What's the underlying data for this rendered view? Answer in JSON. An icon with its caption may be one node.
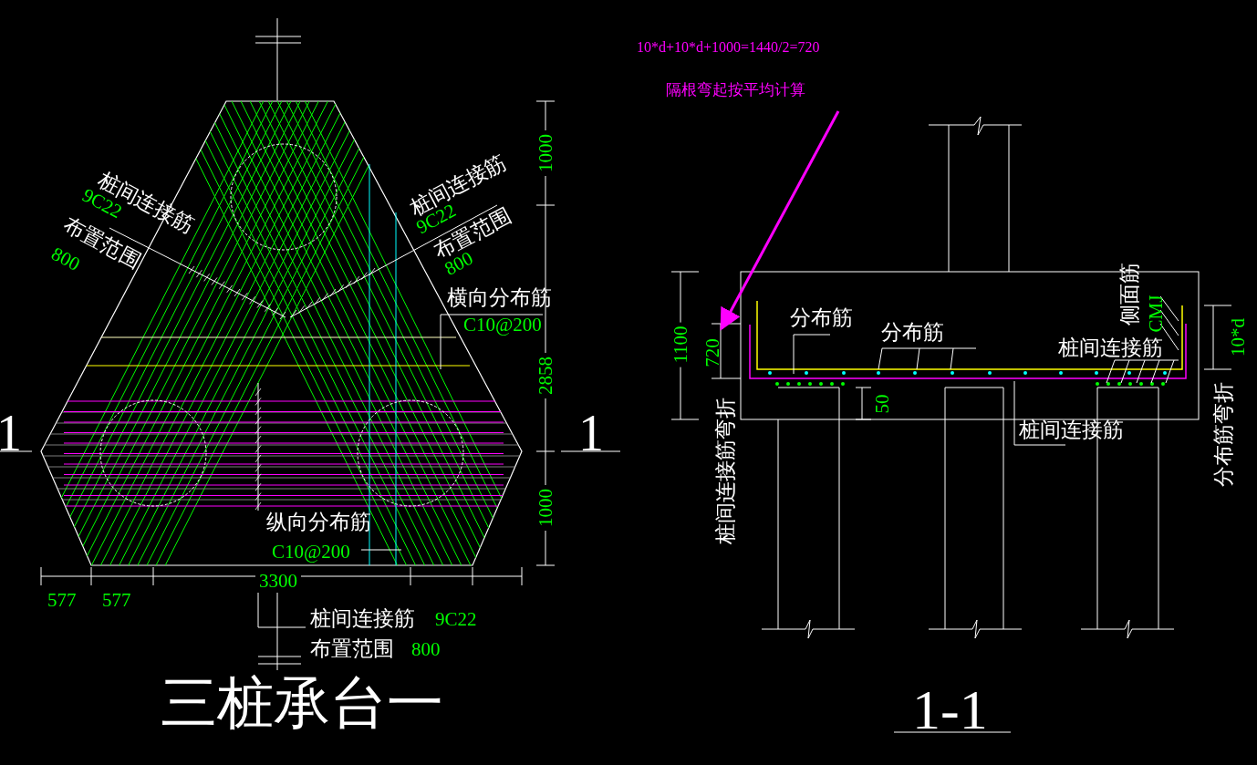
{
  "diagram": {
    "title": "三桩承台一",
    "nodes": [
      {
        "text": [
          "10*d+10*d+1000=1440/2=720",
          "隔根弯起按平均计算"
        ]
      },
      {
        "text": [
          "720"
        ]
      }
    ],
    "edges": [
      {
        "from": 0,
        "to": 1,
        "arrow": "to"
      }
    ],
    "labels": [
      "桩间连接筋",
      "9C22",
      "布置范围",
      "800",
      "桩间连接筋",
      "9C22",
      "布置范围",
      "800",
      "1000",
      "横向分布筋",
      "C10@200",
      "2858",
      "1",
      "1",
      "1000",
      "纵向分布筋",
      "C10@200",
      "577",
      "577",
      "3300",
      "桩间连接筋",
      "9C22",
      "布置范围",
      "800",
      "1100",
      "桩间连接筋弯折",
      "分布筋",
      "分布筋",
      "侧面筋",
      "CMJ",
      "桩间连接筋",
      "10*d",
      "分布筋弯折",
      "50",
      "桩间连接筋",
      "1-1"
    ]
  }
}
